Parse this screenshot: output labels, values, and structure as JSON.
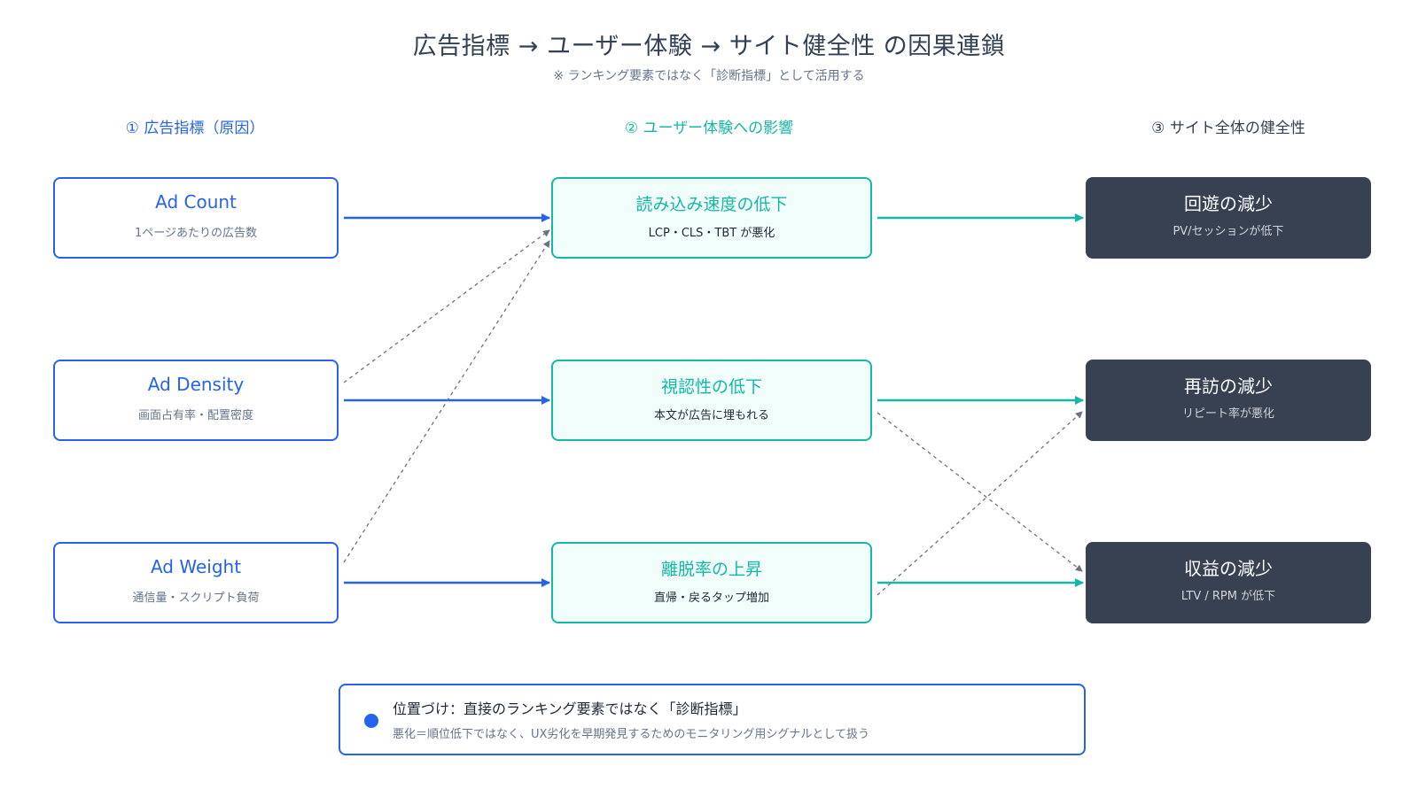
{
  "header": {
    "title": "広告指標 → ユーザー体験 → サイト健全性 の因果連鎖",
    "subtitle": "※ ランキング要素ではなく「診断指標」として活用する"
  },
  "columns": [
    {
      "label": "① 広告指標（原因）"
    },
    {
      "label": "② ユーザー体験への影響"
    },
    {
      "label": "③ サイト全体の健全性"
    }
  ],
  "causes": [
    {
      "title": "Ad Count",
      "sub": "1ページあたりの広告数"
    },
    {
      "title": "Ad Density",
      "sub": "画面占有率・配置密度"
    },
    {
      "title": "Ad Weight",
      "sub": "通信量・スクリプト負荷"
    }
  ],
  "ux_effects": [
    {
      "title": "読み込み速度の低下",
      "sub": "LCP・CLS・TBT が悪化"
    },
    {
      "title": "視認性の低下",
      "sub": "本文が広告に埋もれる"
    },
    {
      "title": "離脱率の上昇",
      "sub": "直帰・戻るタップ増加"
    }
  ],
  "health_outcomes": [
    {
      "title": "回遊の減少",
      "sub": "PV/セッションが低下"
    },
    {
      "title": "再訪の減少",
      "sub": "リピート率が悪化"
    },
    {
      "title": "収益の減少",
      "sub": "LTV / RPM が低下"
    }
  ],
  "note": {
    "title": "位置づけ：直接のランキング要素ではなく「診断指標」",
    "body": "悪化＝順位低下ではなく、UX劣化を早期発見するためのモニタリング用シグナルとして扱う"
  },
  "colors": {
    "cause": "#2563eb",
    "ux": "#14b8a6",
    "health_bg": "#374151",
    "dashed": "#6b7280"
  }
}
